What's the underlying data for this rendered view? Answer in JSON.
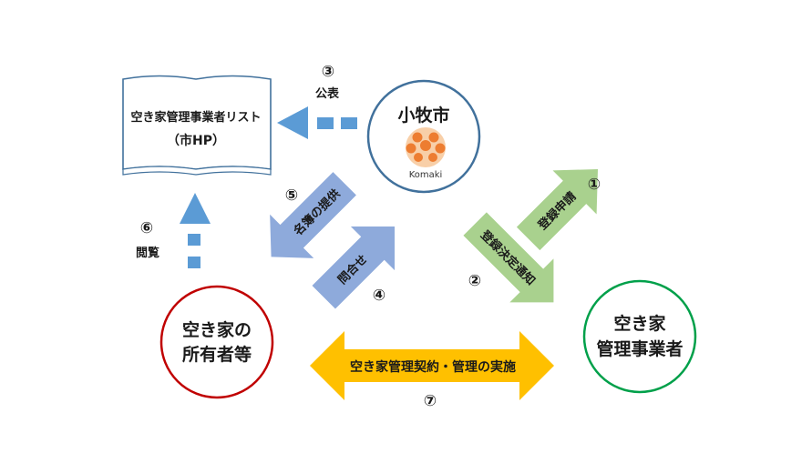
{
  "colors": {
    "blue_arrow": "#5b9bd5",
    "blue_block": "#8eaadb",
    "green_block": "#a9d18e",
    "yellow_arrow": "#ffc000",
    "city_ring": "#41719c",
    "owner_ring": "#c00000",
    "operator_ring": "#00a04a",
    "logo_orange": "#ed7d31"
  },
  "list_box": {
    "line1": "空き家管理事業者リスト",
    "line2": "（市HP）"
  },
  "city": {
    "name": "小牧市",
    "logo_text": "Komaki",
    "logo_icon": "faces-logo-icon"
  },
  "owner": {
    "line1": "空き家の",
    "line2": "所有者等"
  },
  "operator": {
    "line1": "空き家",
    "line2": "管理事業者"
  },
  "steps": {
    "s1": {
      "num": "①",
      "label": "登録申請"
    },
    "s2": {
      "num": "②",
      "label": "登録決定通知"
    },
    "s3": {
      "num": "③",
      "label": "公表"
    },
    "s4": {
      "num": "④",
      "label": "問合せ"
    },
    "s5": {
      "num": "⑤",
      "label": "名簿の提供"
    },
    "s6": {
      "num": "⑥",
      "label": "閲覧"
    },
    "s7": {
      "num": "⑦",
      "label": "空き家管理契約・管理の実施"
    }
  }
}
